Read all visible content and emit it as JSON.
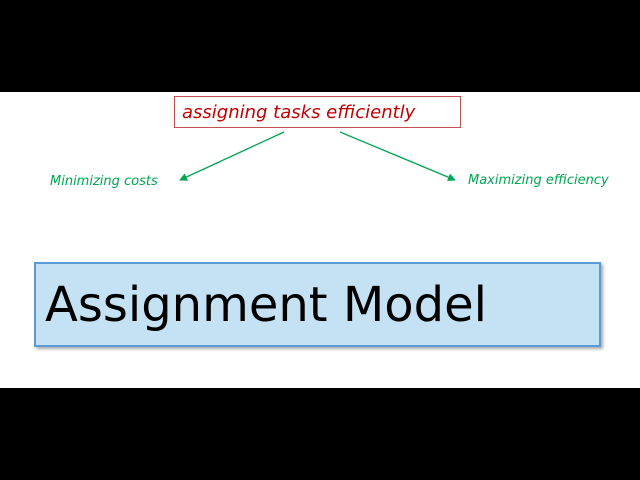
{
  "topic": {
    "text": "assigning tasks efficiently",
    "color": "#c00000",
    "border_color": "#c0504d"
  },
  "branches": {
    "left": "Minimizing costs",
    "right": "Maximizing efficiency",
    "color": "#00a651"
  },
  "title": {
    "text": "Assignment Model",
    "background": "#c5e2f5",
    "border_color": "#5b9bd5"
  }
}
